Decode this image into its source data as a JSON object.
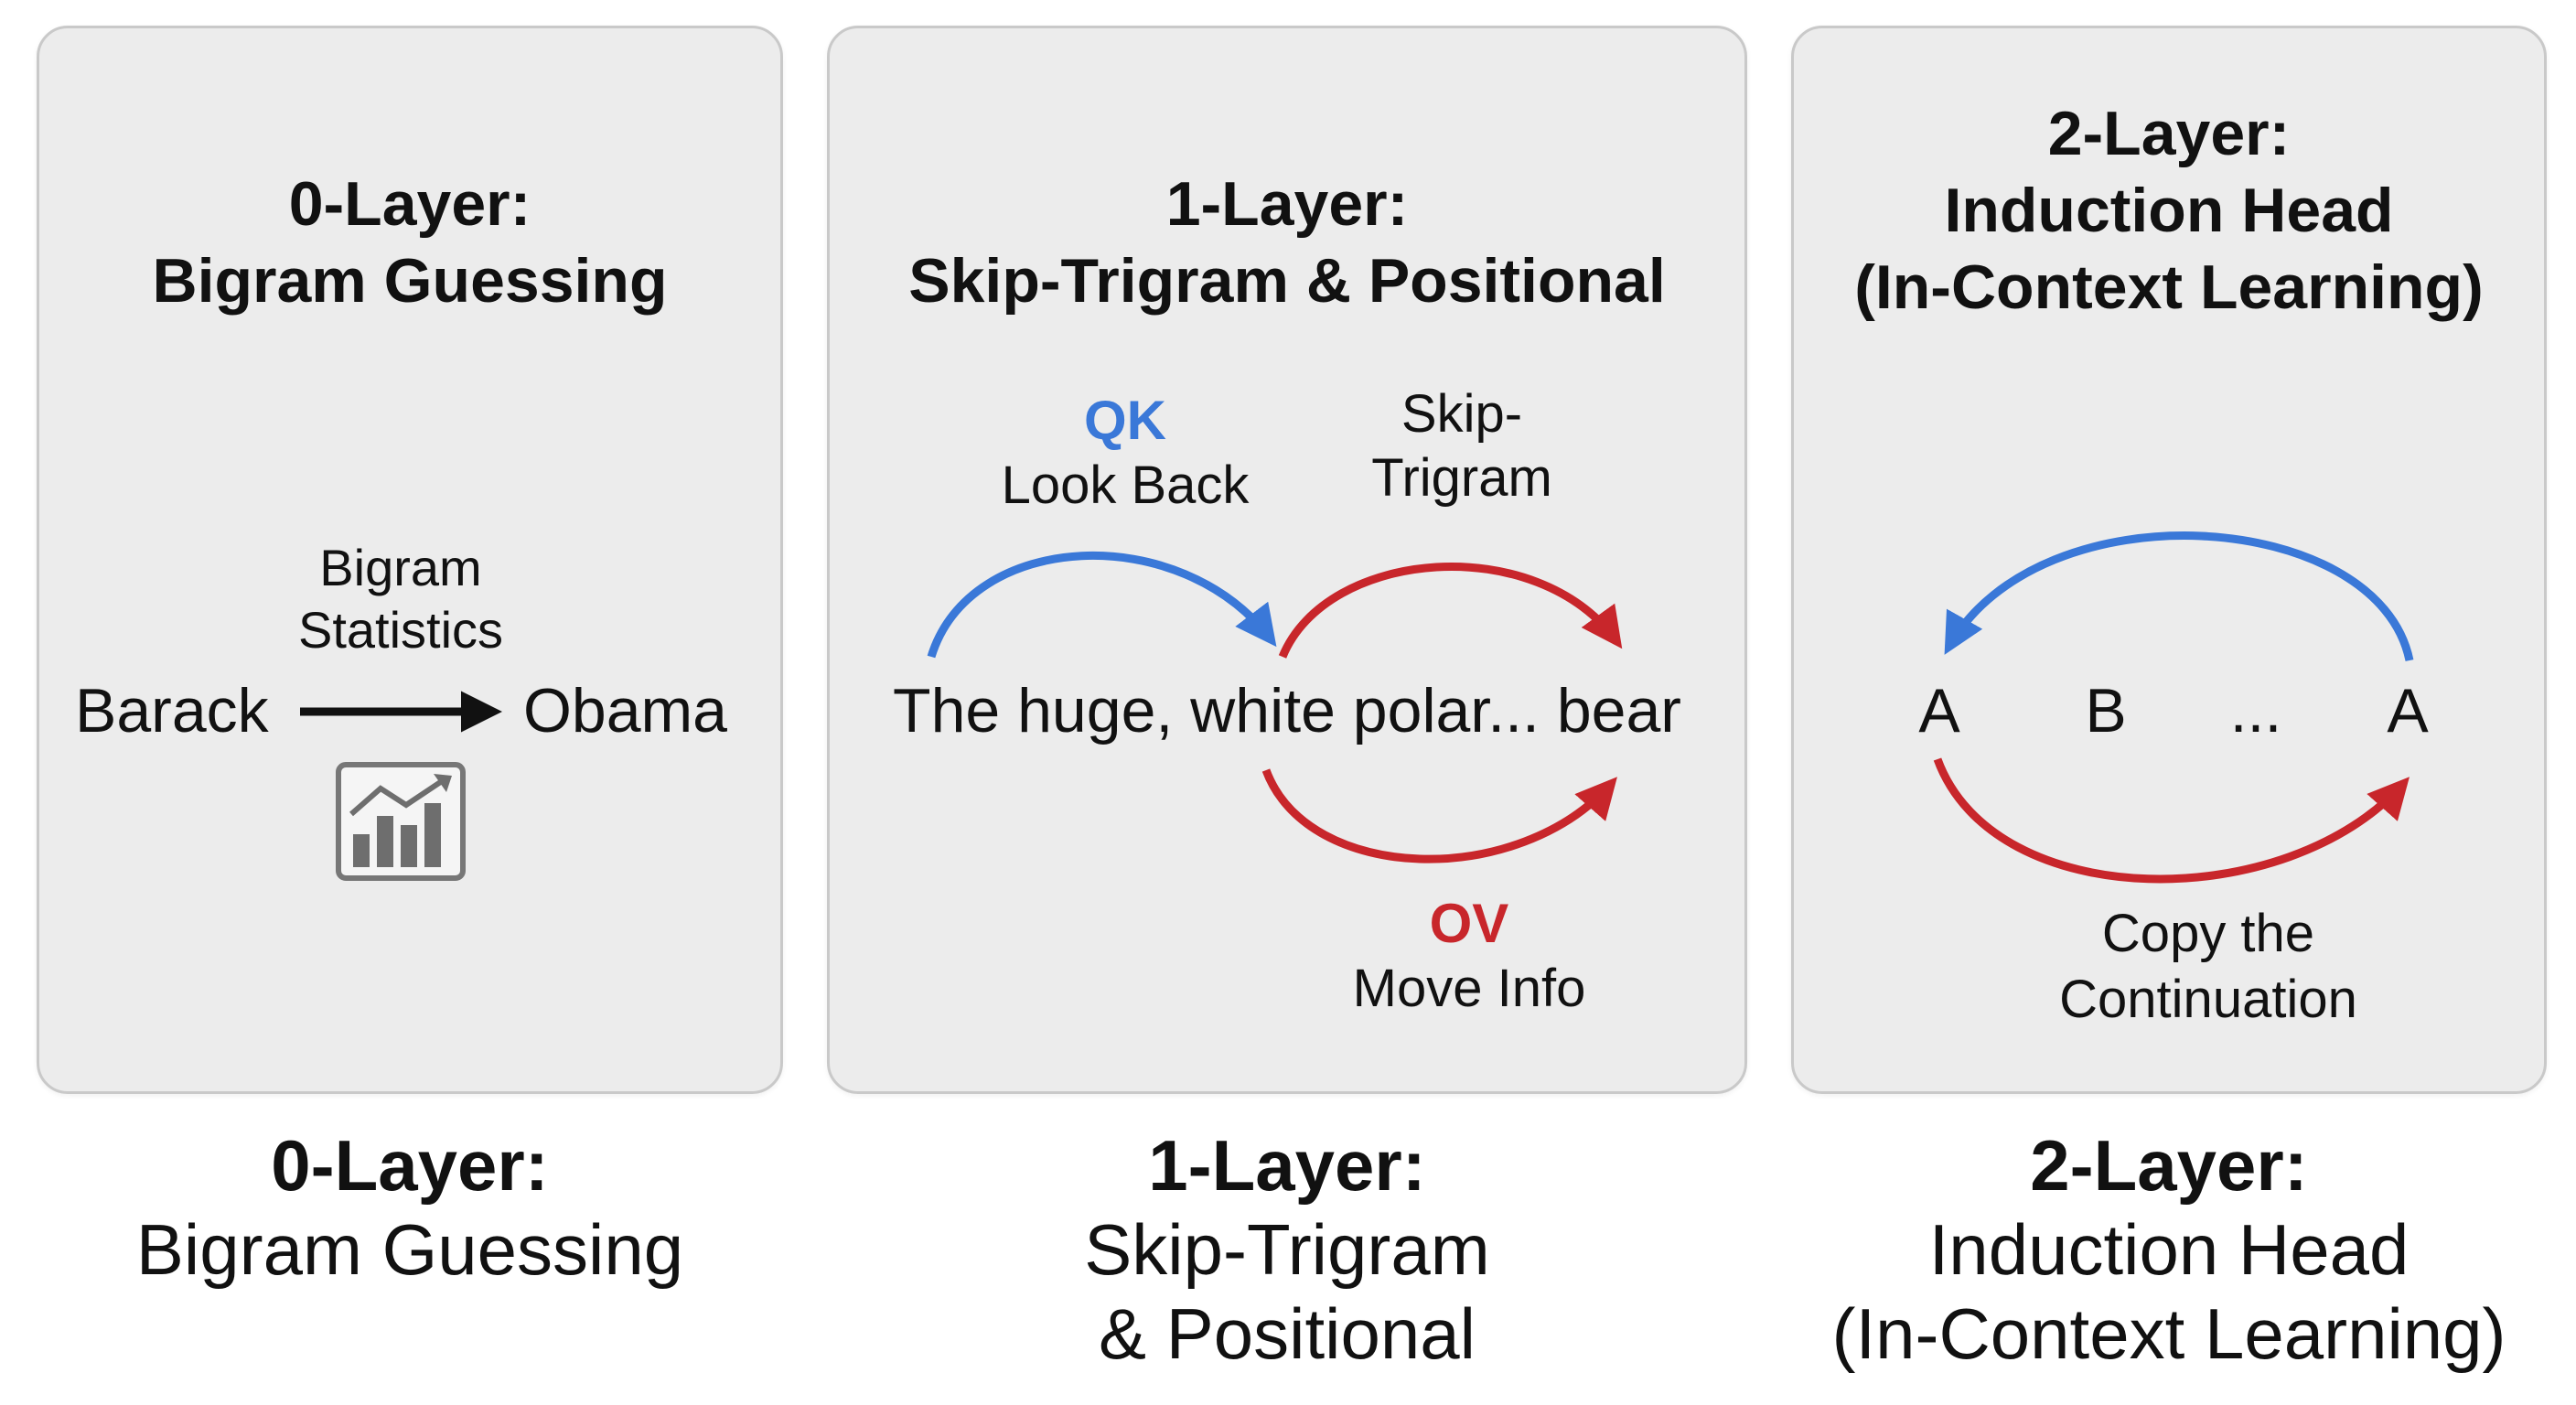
{
  "panels": [
    {
      "title_line1": "0-Layer:",
      "title_line2": "Bigram Guessing",
      "label_line1": "Bigram",
      "label_line2": "Statistics",
      "from_token": "Barack",
      "to_token": "Obama",
      "icon": "bar-chart-trend-icon"
    },
    {
      "title_line1": "1-Layer:",
      "title_line2": "Skip-Trigram & Positional",
      "qk_label": "QK",
      "qk_desc": "Look Back",
      "skip_line1": "Skip-",
      "skip_line2": "Trigram",
      "sentence": "The huge, white polar... bear",
      "ov_label": "OV",
      "ov_desc": "Move Info"
    },
    {
      "title_line1": "2-Layer:",
      "title_line2": "Induction Head",
      "title_line3": "(In-Context Learning)",
      "tokens": [
        "A",
        "B",
        "...",
        "A"
      ],
      "copy_line1": "Copy the",
      "copy_line2": "Continuation"
    }
  ],
  "captions": [
    {
      "line1": "0-Layer:",
      "line2": "Bigram Guessing"
    },
    {
      "line1": "1-Layer:",
      "line2": "Skip-Trigram",
      "line3": "& Positional"
    },
    {
      "line1": "2-Layer:",
      "line2": "Induction Head",
      "line3": "(In-Context Learning)"
    }
  ],
  "colors": {
    "blue": "#3a78d8",
    "red": "#c8262b",
    "panel_bg": "#ececec",
    "panel_border": "#c9c9c9"
  }
}
